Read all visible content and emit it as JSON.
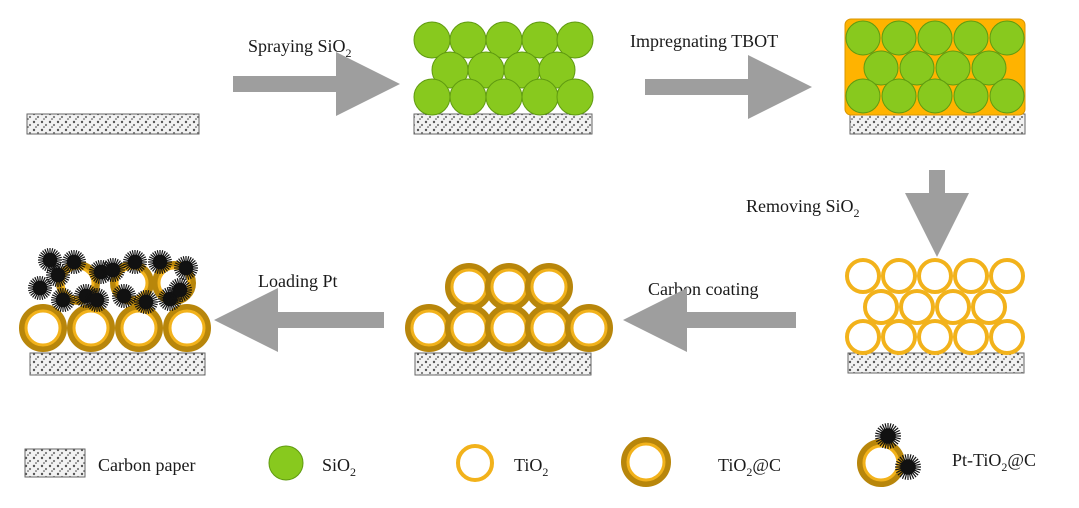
{
  "steps": {
    "spraying": {
      "text": "Spraying SiO",
      "sub": "2"
    },
    "impregnating": {
      "text": "Impregnating TBOT"
    },
    "removing": {
      "text": "Removing SiO",
      "sub": "2"
    },
    "carbon_coating": {
      "text": "Carbon coating"
    },
    "loading_pt": {
      "text": "Loading Pt"
    }
  },
  "legend": {
    "carbon_paper": {
      "text": "Carbon paper"
    },
    "sio2": {
      "text": "SiO",
      "sub": "2"
    },
    "tio2": {
      "text": "TiO",
      "sub": "2"
    },
    "tio2c": {
      "text": "TiO",
      "sub": "2",
      "post": "@C"
    },
    "pt_tio2c": {
      "text": "Pt-TiO",
      "sub": "2",
      "post": "@C"
    }
  },
  "colors": {
    "sio2_green": "#88c91e",
    "tbot_orange": "#ffb300",
    "tio2_ring": "#f2b21b",
    "carbon_ring": "#b8860b",
    "arrow_gray": "#9e9e9e",
    "pt_black": "#111111"
  }
}
